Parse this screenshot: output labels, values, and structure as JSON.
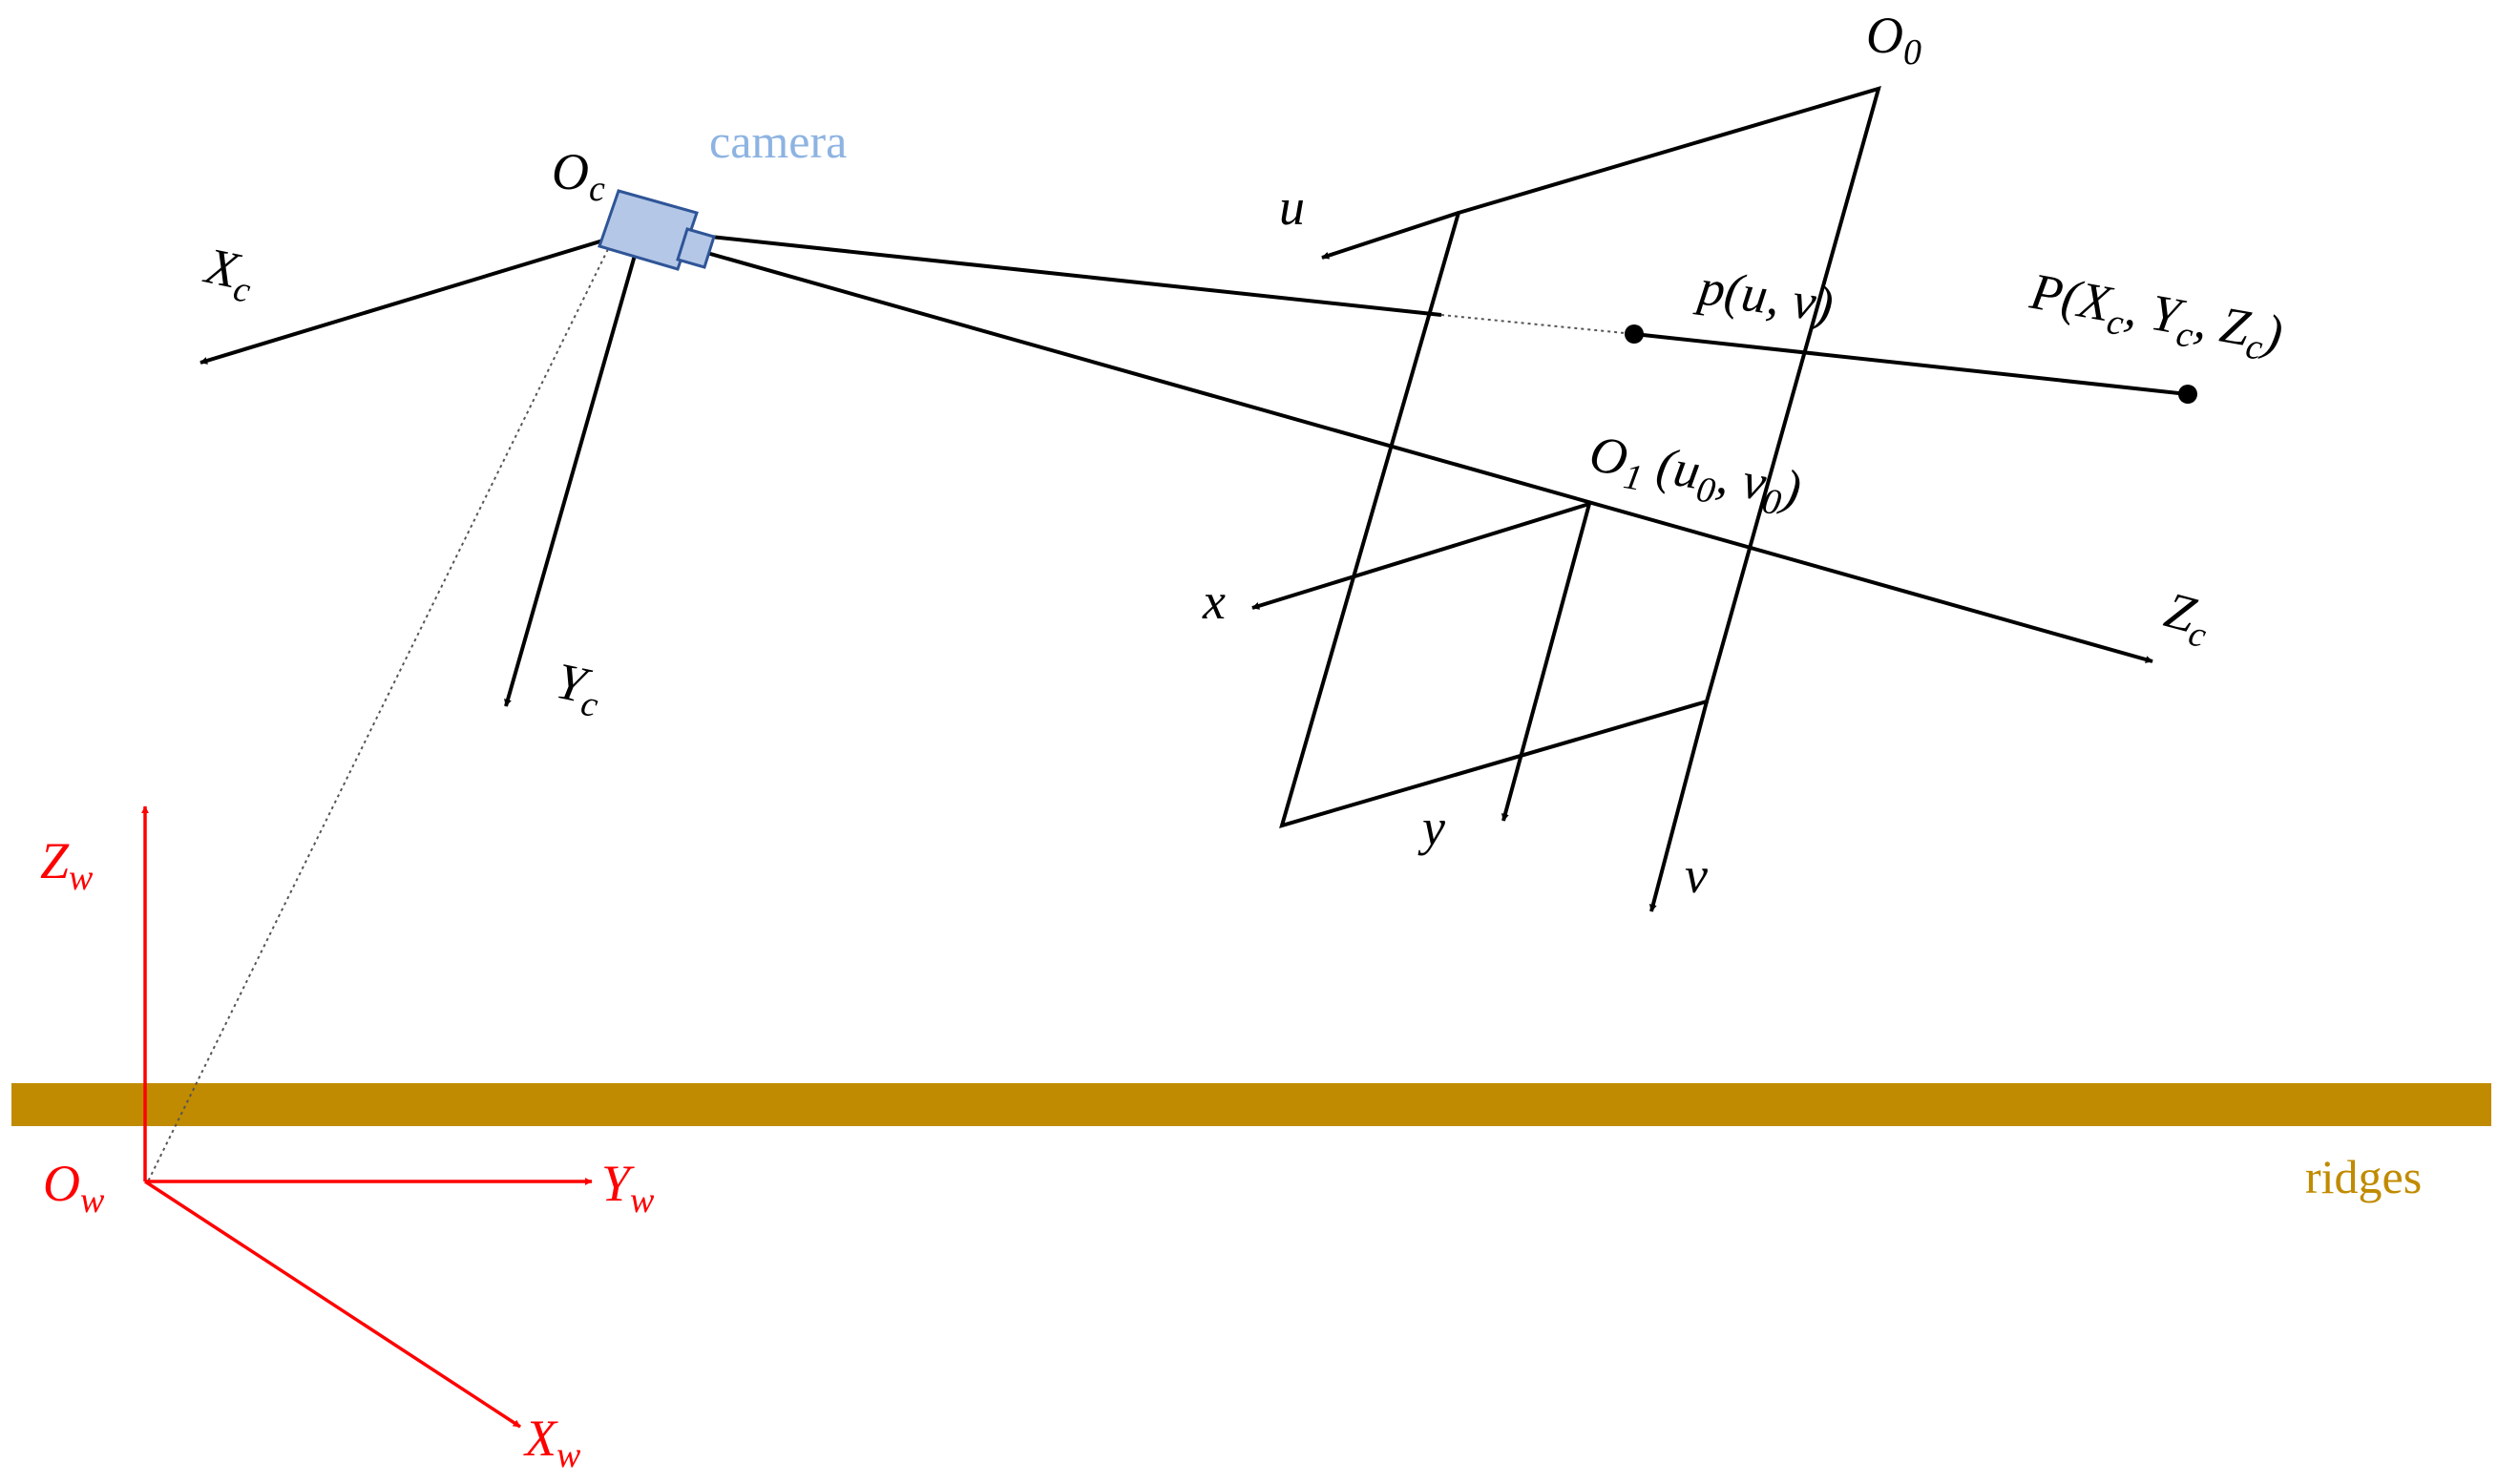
{
  "labels": {
    "camera": "camera",
    "ridges": "ridges",
    "O0_main": "O",
    "O0_sub": "0",
    "Oc_main": "O",
    "Oc_sub": "c",
    "Xc_main": "X",
    "Xc_sub": "c",
    "Yc_main": "Y",
    "Yc_sub": "c",
    "Zc_main": "Z",
    "Zc_sub": "c",
    "u": "u",
    "v": "v",
    "x": "x",
    "y": "y",
    "puv": "p(u, v)",
    "P_open": "P(X",
    "P_c1": "c",
    "P_y": ", Y",
    "P_c2": "c",
    "P_z": ", Z",
    "P_c3": "c",
    "P_close": ")",
    "O1_main": "O",
    "O1_sub": "1",
    "O1_paren_open": " (u",
    "O1_u_sub": "0",
    "O1_comma": ", v",
    "O1_v_sub": "0",
    "O1_paren_close": ")",
    "Zw_main": "Z",
    "Zw_sub": "w",
    "Yw_main": "Y",
    "Yw_sub": "w",
    "Xw_main": "X",
    "Xw_sub": "w",
    "Ow_main": "O",
    "Ow_sub": "w"
  },
  "colors": {
    "camera_fill": "#b4c7e7",
    "camera_stroke": "#2f5597",
    "world_axes": "#ff0000",
    "ridges": "#c08b00",
    "camera_label": "#8db3e2"
  }
}
